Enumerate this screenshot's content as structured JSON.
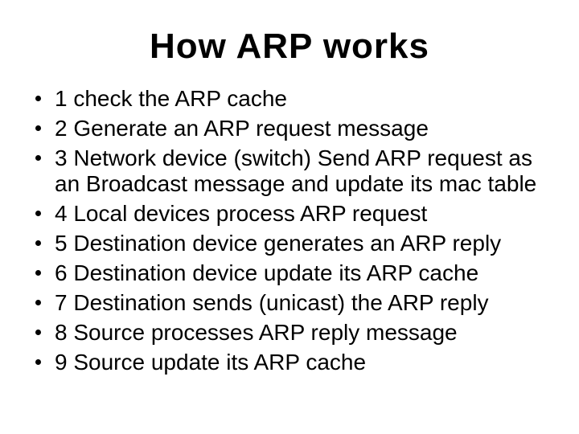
{
  "slide": {
    "title": "How ARP works",
    "bullets": [
      "1 check the ARP cache",
      "2 Generate an ARP request message",
      "3 Network device (switch) Send ARP request as an Broadcast message and update its mac table",
      "4 Local devices process ARP request",
      "5 Destination device generates an ARP reply",
      "6 Destination device update its ARP cache",
      "7 Destination sends (unicast) the ARP reply",
      "8 Source processes ARP reply message",
      "9 Source update its ARP cache"
    ],
    "colors": {
      "background": "#ffffff",
      "text": "#000000"
    }
  }
}
